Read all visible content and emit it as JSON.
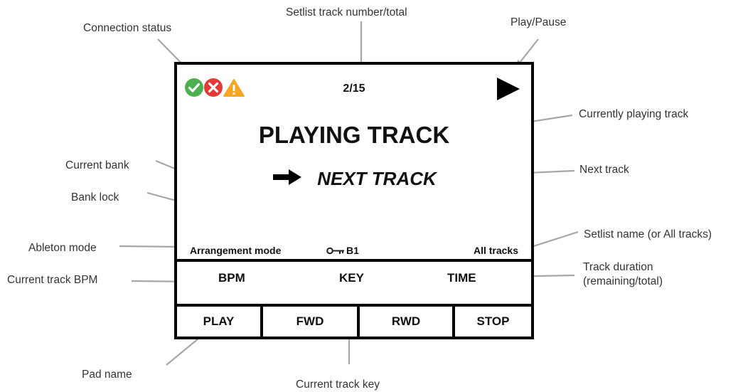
{
  "callouts": {
    "connection_status": "Connection status",
    "setlist_number": "Setlist track number/total",
    "play_pause": "Play/Pause",
    "currently_playing": "Currently playing track",
    "current_bank": "Current bank",
    "next_track": "Next track",
    "bank_lock": "Bank lock",
    "setlist_name": "Setlist name (or All tracks)",
    "ableton_mode": "Ableton mode",
    "current_bpm": "Current track BPM",
    "track_duration": "Track duration (remaining/total)",
    "pad_name": "Pad name",
    "current_key": "Current track key"
  },
  "screen": {
    "status_icons": [
      "check-icon",
      "error-icon",
      "warning-icon"
    ],
    "track_count": "2/15",
    "playing_track": "PLAYING TRACK",
    "next_track": "NEXT TRACK",
    "mode": "Arrangement mode",
    "bank": "B1",
    "setlist": "All tracks",
    "meta": {
      "bpm": "BPM",
      "key": "KEY",
      "time": "TIME"
    },
    "pads": [
      {
        "label": "PLAY"
      },
      {
        "label": "FWD"
      },
      {
        "label": "RWD"
      },
      {
        "label": "STOP"
      }
    ]
  },
  "colors": {
    "ok": "#4caf50",
    "error": "#e53935",
    "warning": "#f5a623",
    "arrow": "#a6a6a6",
    "frame": "#000000"
  }
}
